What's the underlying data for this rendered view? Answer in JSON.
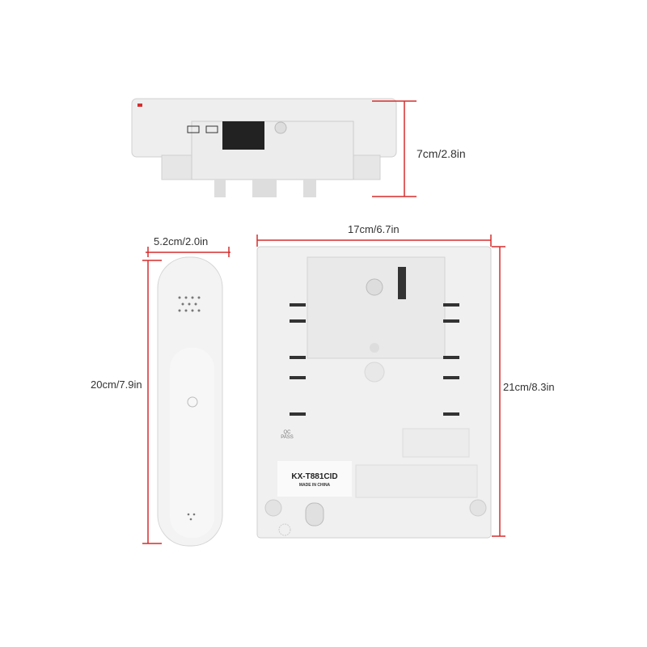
{
  "dimensions": {
    "height_top": "7cm/2.8in",
    "handset_width": "5.2cm/2.0in",
    "handset_length": "20cm/7.9in",
    "base_width": "17cm/6.7in",
    "base_length": "21cm/8.3in"
  },
  "sticker": {
    "model": "KX-T881CID",
    "origin": "MADE IN CHINA"
  },
  "qc_label": "QC PASS",
  "colors": {
    "dimension_line": "#d62d2d",
    "body": "#f1f1f1"
  }
}
